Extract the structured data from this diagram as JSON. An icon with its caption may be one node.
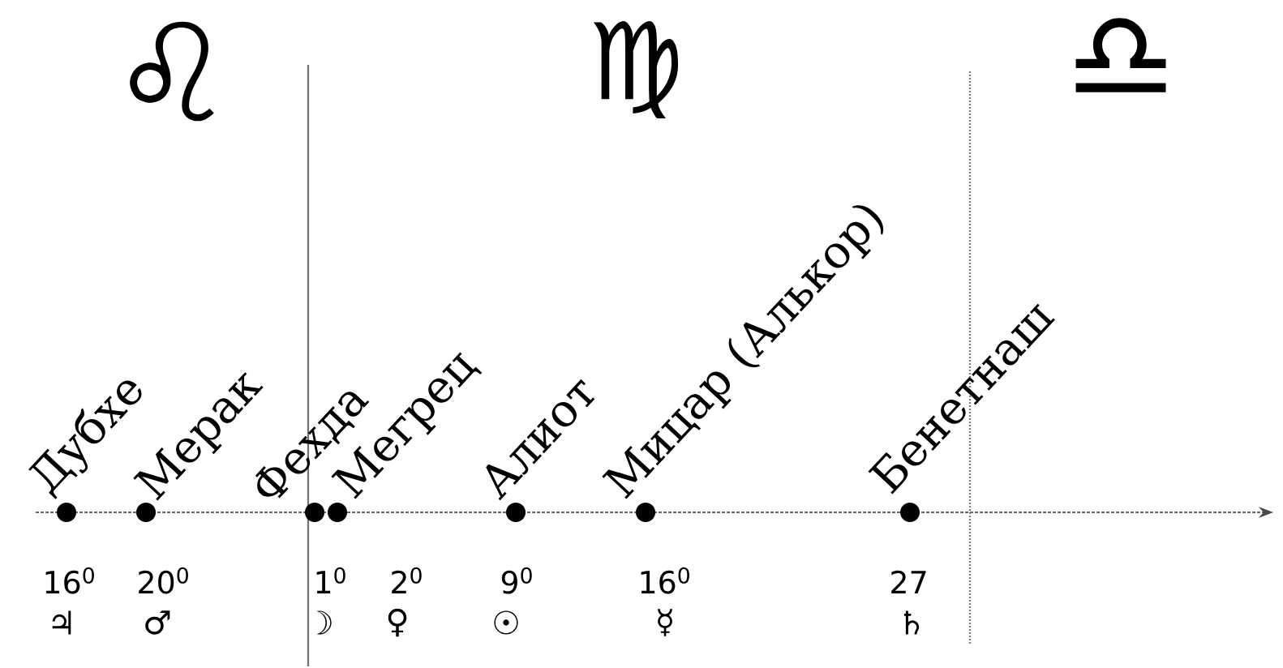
{
  "diagram": {
    "labels": [
      "♌",
      "♍",
      "♎",
      "Дубхе",
      "Мерак",
      "Фехда",
      "Мегрец",
      "Алиот",
      "Мицар (Алькор)",
      "Бенетнаш",
      "16$^{0}$",
      "20$^{0}$",
      "1$^{0}$",
      "2$^{0}$",
      "9$^{0}$",
      "16$^{0}$",
      "27",
      "♃",
      "♂",
      "☽",
      "♀",
      "☉",
      "☿",
      "♄"
    ]
  }
}
